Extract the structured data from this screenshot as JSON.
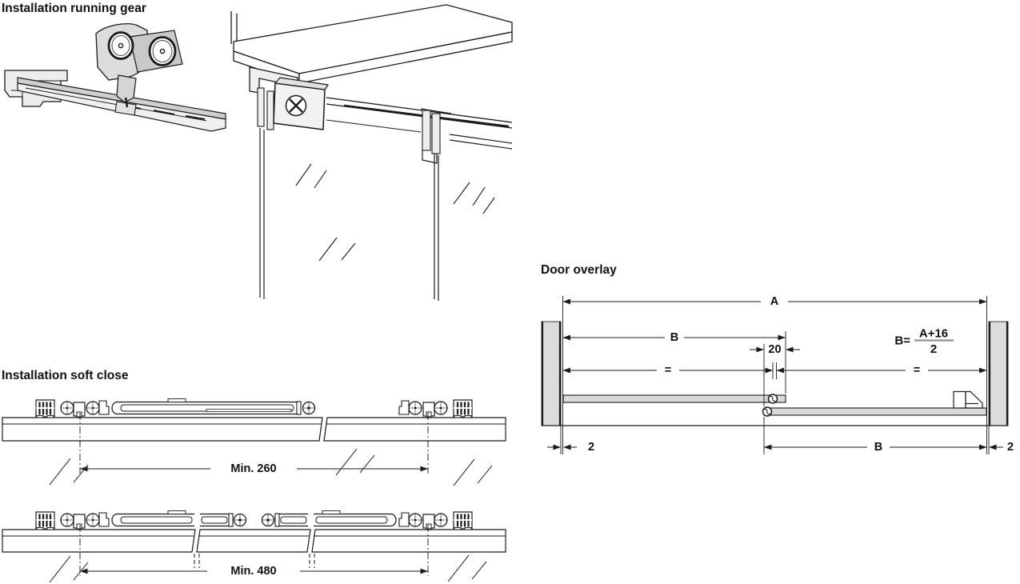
{
  "headings": {
    "running_gear": "Installation running gear",
    "soft_close": "Installation soft close",
    "door_overlay": "Door overlay"
  },
  "soft_close": {
    "row1_dim_label": "Min. 260",
    "row2_dim_label": "Min. 480"
  },
  "door_overlay": {
    "dim_a": "A",
    "dim_b_top": "B",
    "dim_overlap": "20",
    "equal_left": "=",
    "equal_right": "=",
    "formula_lhs": "B=",
    "formula_numerator": "A+16",
    "formula_denominator": "2",
    "gap_left": "2",
    "dim_b_bottom": "B",
    "gap_right": "2"
  },
  "colors": {
    "line": "#1a1a1a",
    "wall_fill": "#dcdcdc",
    "door_fill": "#d9d9d9",
    "metal_fill": "#e8e8e8",
    "fraction_bar": "#909090"
  }
}
